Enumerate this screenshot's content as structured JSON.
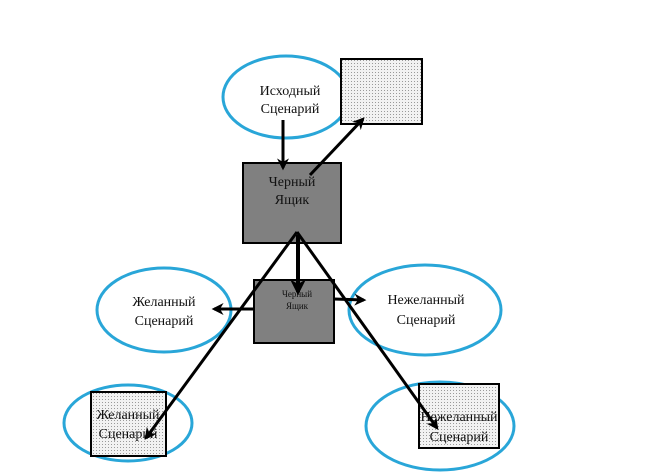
{
  "nodes": {
    "source": {
      "line1": "Исходный",
      "line2": "Сценарий"
    },
    "black_box_main": {
      "line1": "Черный",
      "line2": "Ящик"
    },
    "black_box_small": {
      "line1": "Черный",
      "line2": "Ящик"
    },
    "desired": {
      "line1": "Желанный",
      "line2": "Сценарий"
    },
    "undesired": {
      "line1": "Нежеланный",
      "line2": "Сценарий"
    },
    "desired_bottom": {
      "line1": "Желанный",
      "line2": "Сценарий"
    },
    "undesired_bottom": {
      "line1": "Нежеланный",
      "line2": "Сценарий"
    }
  },
  "colors": {
    "ellipse": "#29a6d8",
    "box": "#808080",
    "arrow": "#000000"
  }
}
